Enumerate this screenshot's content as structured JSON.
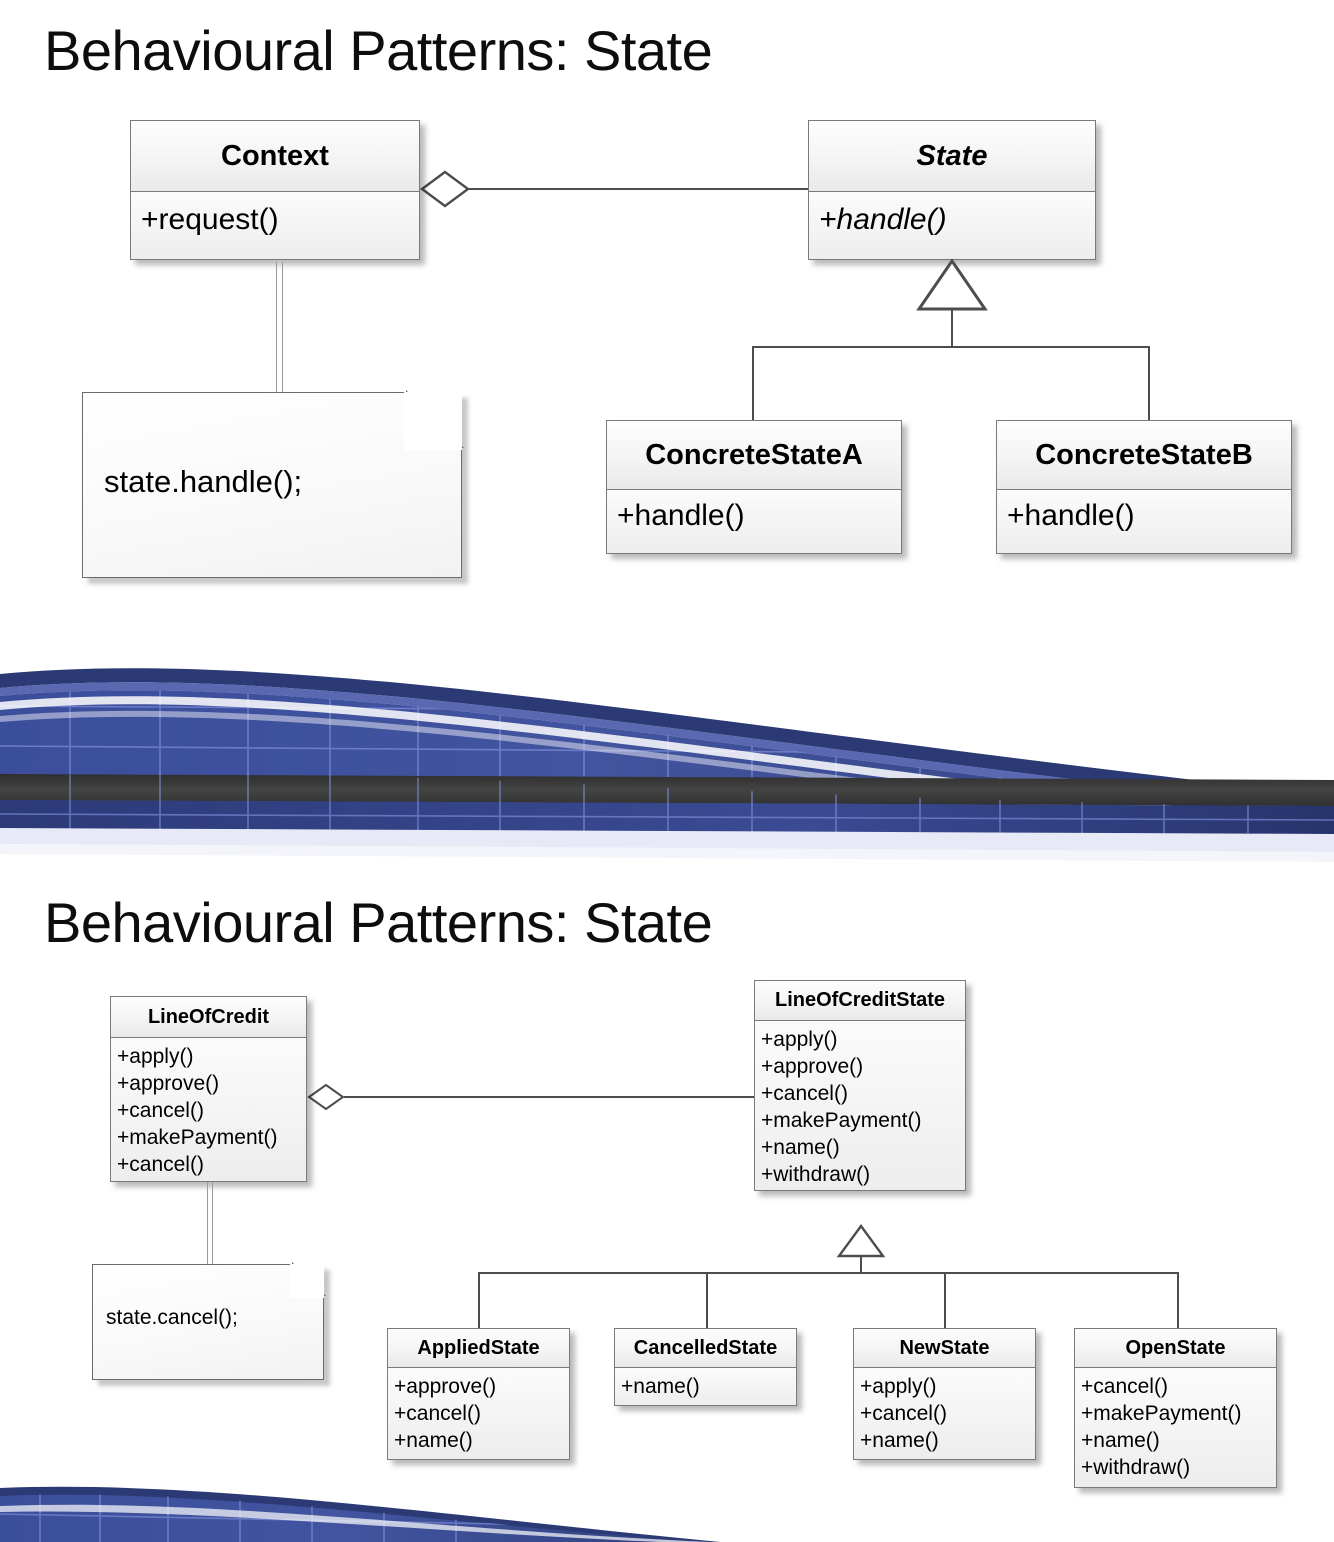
{
  "theme": {
    "background": "#ffffff",
    "title_color": "#0d0d0d",
    "box_border": "#7a7a7a",
    "box_fill_top": "#fdfdfd",
    "box_fill_bottom": "#e9e9e9",
    "connector_color": "#4d4d4d",
    "banner_blue_dark": "#2c3f7f",
    "banner_blue_mid": "#3e51a0",
    "banner_blue_light": "#5a6cc0",
    "banner_grid_line": "#7b8bd4",
    "banner_bar_dark": "#3a3a3a"
  },
  "slides": [
    {
      "id": "slide-1",
      "title": "Behavioural Patterns: State",
      "classes": [
        {
          "id": "context",
          "name": "Context",
          "abstract": false,
          "operations": [
            "+request()"
          ]
        },
        {
          "id": "state",
          "name": "State",
          "abstract": true,
          "operations": [
            "+handle()"
          ]
        },
        {
          "id": "concrete-state-a",
          "name": "ConcreteStateA",
          "abstract": false,
          "operations": [
            "+handle()"
          ]
        },
        {
          "id": "concrete-state-b",
          "name": "ConcreteStateB",
          "abstract": false,
          "operations": [
            "+handle()"
          ]
        }
      ],
      "notes": [
        {
          "id": "note-handle",
          "text": "state.handle();",
          "attached_to": "context"
        }
      ],
      "relationships": [
        {
          "type": "aggregation",
          "from": "context",
          "to": "state"
        },
        {
          "type": "generalization",
          "from": "concrete-state-a",
          "to": "state"
        },
        {
          "type": "generalization",
          "from": "concrete-state-b",
          "to": "state"
        },
        {
          "type": "note-link",
          "from": "note-handle",
          "to": "context"
        }
      ]
    },
    {
      "id": "slide-2",
      "title": "Behavioural Patterns: State",
      "classes": [
        {
          "id": "line-of-credit",
          "name": "LineOfCredit",
          "abstract": false,
          "operations": [
            "+apply()",
            "+approve()",
            "+cancel()",
            "+makePayment()",
            "+cancel()"
          ]
        },
        {
          "id": "line-of-credit-state",
          "name": "LineOfCreditState",
          "abstract": false,
          "operations": [
            "+apply()",
            "+approve()",
            "+cancel()",
            "+makePayment()",
            "+name()",
            "+withdraw()"
          ]
        },
        {
          "id": "applied-state",
          "name": "AppliedState",
          "abstract": false,
          "operations": [
            "+approve()",
            "+cancel()",
            "+name()"
          ]
        },
        {
          "id": "cancelled-state",
          "name": "CancelledState",
          "abstract": false,
          "operations": [
            "+name()"
          ]
        },
        {
          "id": "new-state",
          "name": "NewState",
          "abstract": false,
          "operations": [
            "+apply()",
            "+cancel()",
            "+name()"
          ]
        },
        {
          "id": "open-state",
          "name": "OpenState",
          "abstract": false,
          "operations": [
            "+cancel()",
            "+makePayment()",
            "+name()",
            "+withdraw()"
          ]
        }
      ],
      "notes": [
        {
          "id": "note-cancel",
          "text": "state.cancel();",
          "attached_to": "line-of-credit"
        }
      ],
      "relationships": [
        {
          "type": "aggregation",
          "from": "line-of-credit",
          "to": "line-of-credit-state"
        },
        {
          "type": "generalization",
          "from": "applied-state",
          "to": "line-of-credit-state"
        },
        {
          "type": "generalization",
          "from": "cancelled-state",
          "to": "line-of-credit-state"
        },
        {
          "type": "generalization",
          "from": "new-state",
          "to": "line-of-credit-state"
        },
        {
          "type": "generalization",
          "from": "open-state",
          "to": "line-of-credit-state"
        },
        {
          "type": "note-link",
          "from": "note-cancel",
          "to": "line-of-credit"
        }
      ]
    }
  ]
}
